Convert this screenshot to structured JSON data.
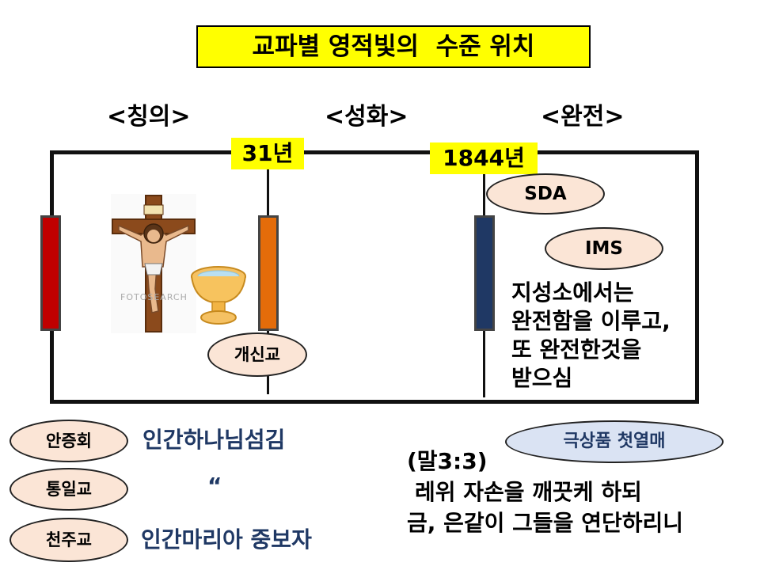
{
  "title": "교파별 영적빛의  수준 위치",
  "sections": {
    "left": "<칭의>",
    "middle": "<성화>",
    "right": "<완전>"
  },
  "years": {
    "first": "31년",
    "second": "1844년"
  },
  "watermark": "FOTOSEARCH",
  "ovals": {
    "protestant": "개신교",
    "sda": "SDA",
    "ims": "IMS",
    "ahnsahnghong": "안증회",
    "unification": "통일교",
    "catholic": "천주교",
    "firstfruits": "극상품 첫열매"
  },
  "sanctuary_text": [
    "지성소에서는",
    "완전함을 이루고,",
    "또 완전한것을",
    "받으심"
  ],
  "descriptions": {
    "ahnsahnghong": "인간하나님섬김",
    "unification": "“",
    "catholic": "인간마리아 중보자"
  },
  "scripture": {
    "reference": "(말3:3)",
    "line1": "레위 자손을 깨끗케 하되",
    "line2": "금, 은같이 그들을 연단하리니"
  },
  "colors": {
    "title_bg": "#ffff00",
    "bar_justification": "#c00000",
    "bar_sanctification": "#e46c0a",
    "bar_perfection": "#1f3864",
    "oval_fill": "#fbe5d6",
    "oval_blue_fill": "#dae3f3"
  }
}
